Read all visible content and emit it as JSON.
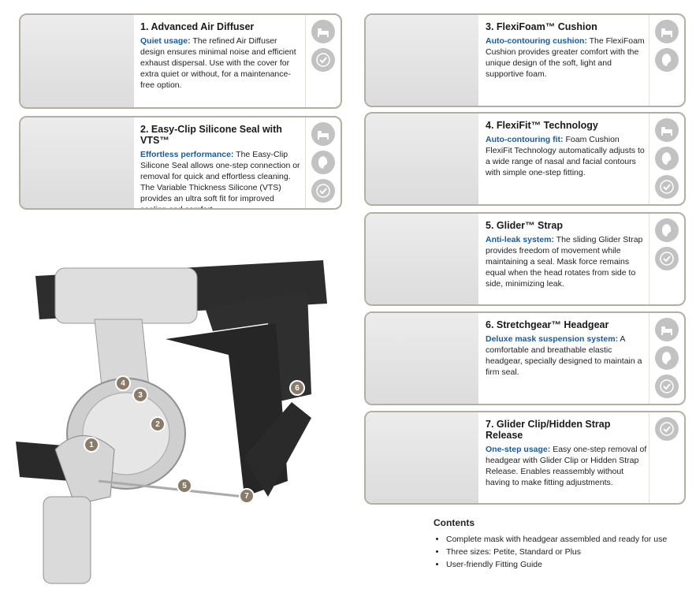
{
  "features": [
    {
      "num": "1.",
      "title": "Advanced Air Diffuser",
      "lead": "Quiet usage:",
      "body": " The refined Air Diffuser design ensures minimal noise and efficient exhaust dispersal. Use with the cover for extra quiet or without, for a maintenance-free option.",
      "icons": [
        "bed-icon",
        "check-icon"
      ]
    },
    {
      "num": "2.",
      "title": "Easy-Clip Silicone Seal with VTS™",
      "lead": "Effortless performance:",
      "body": " The Easy-Clip Silicone Seal allows one-step connection or removal for quick and effortless cleaning. The Variable Thickness Silicone (VTS) provides an ultra soft fit for improved sealing and comfort.",
      "icons": [
        "bed-icon",
        "face-icon",
        "check-icon"
      ]
    },
    {
      "num": "3.",
      "title": "FlexiFoam™ Cushion",
      "lead": "Auto-contouring cushion:",
      "body": " The FlexiFoam Cushion provides greater comfort with the unique design of the soft, light and supportive foam.",
      "icons": [
        "bed-icon",
        "face-icon"
      ]
    },
    {
      "num": "4.",
      "title": "FlexiFit™ Technology",
      "lead": "Auto-contouring fit:",
      "body": " Foam Cushion FlexiFit Technology automatically adjusts to a wide range of nasal and facial contours with simple one-step fitting.",
      "icons": [
        "bed-icon",
        "face-icon",
        "check-icon"
      ]
    },
    {
      "num": "5.",
      "title": "Glider™ Strap",
      "lead": "Anti-leak system:",
      "body": " The sliding Glider Strap provides freedom of movement while maintaining a seal. Mask force remains equal when the head rotates from side to side, minimizing leak.",
      "icons": [
        "face-icon",
        "check-icon"
      ]
    },
    {
      "num": "6.",
      "title": "Stretchgear™ Headgear",
      "lead": "Deluxe mask suspension system:",
      "body": " A comfortable and breathable elastic headgear, specially designed to maintain a firm seal.",
      "icons": [
        "bed-icon",
        "face-icon",
        "check-icon"
      ]
    },
    {
      "num": "7.",
      "title": "Glider Clip/Hidden Strap Release",
      "lead": "One-step usage:",
      "body": " Easy one-step removal of headgear with Glider Clip or Hidden Strap Release. Enables reassembly without having to make fitting adjustments.",
      "icons": [
        "check-icon"
      ]
    }
  ],
  "contents": {
    "title": "Contents",
    "items": [
      "Complete mask with headgear assembled and ready for use",
      "Three sizes: Petite, Standard or Plus",
      "User-friendly Fitting Guide"
    ]
  },
  "callouts": [
    "1",
    "2",
    "3",
    "4",
    "5",
    "6",
    "7"
  ],
  "colors": {
    "accent": "#1b5a9a",
    "border": "#b5aea3",
    "badge": "#8a7b68",
    "arrow": "#f07a2a"
  }
}
